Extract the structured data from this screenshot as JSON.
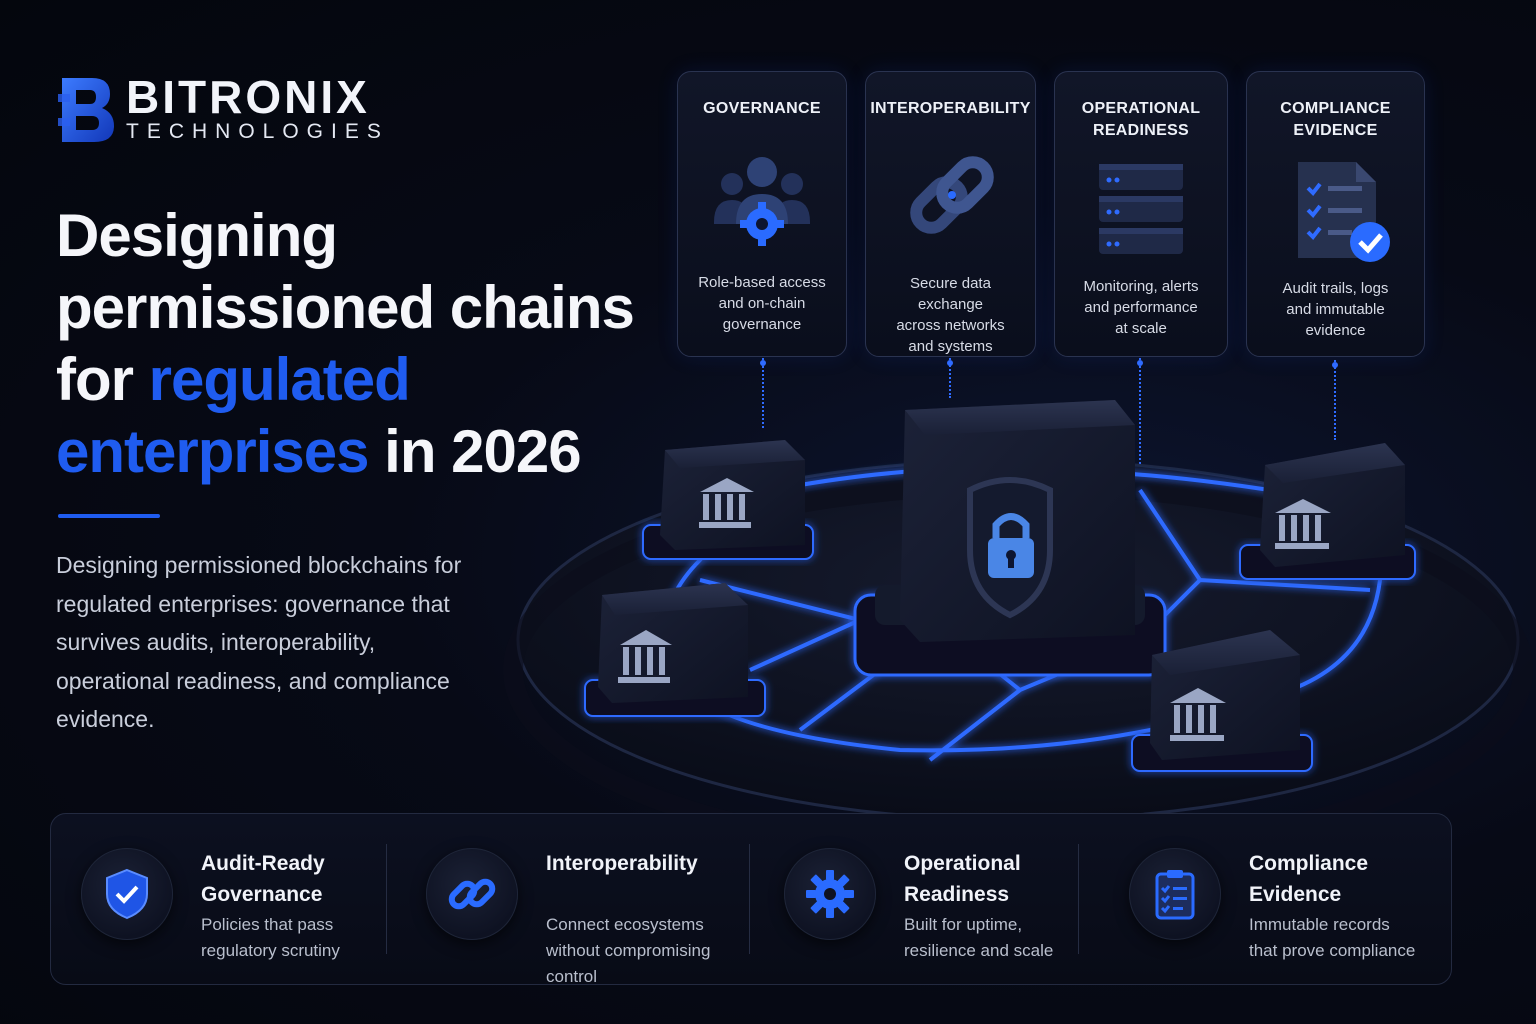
{
  "brand": {
    "name": "BITRONIX",
    "sub": "TECHNOLOGIES"
  },
  "headline": {
    "line1": "Designing",
    "line2": "permissioned chains",
    "line3_pre": "for ",
    "line3_accent": "regulated",
    "line4_accent": "enterprises",
    "line4_post": " in 2026"
  },
  "description": "Designing permissioned blockchains for regulated enterprises: governance that survives audits, interoperability, operational readiness, and compliance evidence.",
  "top_cards": [
    {
      "title": "GOVERNANCE",
      "desc": "Role-based access\nand on-chain\ngovernance",
      "icon": "governance-people-gear-icon"
    },
    {
      "title": "INTEROPERABILITY",
      "desc": "Secure data exchange\nacross networks\nand systems",
      "icon": "chain-link-icon"
    },
    {
      "title": "OPERATIONAL\nREADINESS",
      "desc": "Monitoring, alerts\nand performance\nat scale",
      "icon": "server-stack-icon"
    },
    {
      "title": "COMPLIANCE\nEVIDENCE",
      "desc": "Audit trails, logs\nand immutable\nevidence",
      "icon": "document-checklist-icon"
    }
  ],
  "features": [
    {
      "title": "Audit-Ready\nGovernance",
      "desc": "Policies that pass\nregulatory scrutiny",
      "icon": "shield-check-icon"
    },
    {
      "title": "Interoperability",
      "desc": "Connect ecosystems\nwithout compromising\ncontrol",
      "icon": "link-icon"
    },
    {
      "title": "Operational\nReadiness",
      "desc": "Built for uptime,\nresilience and scale",
      "icon": "gear-icon"
    },
    {
      "title": "Compliance\nEvidence",
      "desc": "Immutable records\nthat prove compliance",
      "icon": "clipboard-checklist-icon"
    }
  ],
  "colors": {
    "accent": "#1f5cf0",
    "glow": "#2f6bff",
    "background": "#05070f"
  }
}
